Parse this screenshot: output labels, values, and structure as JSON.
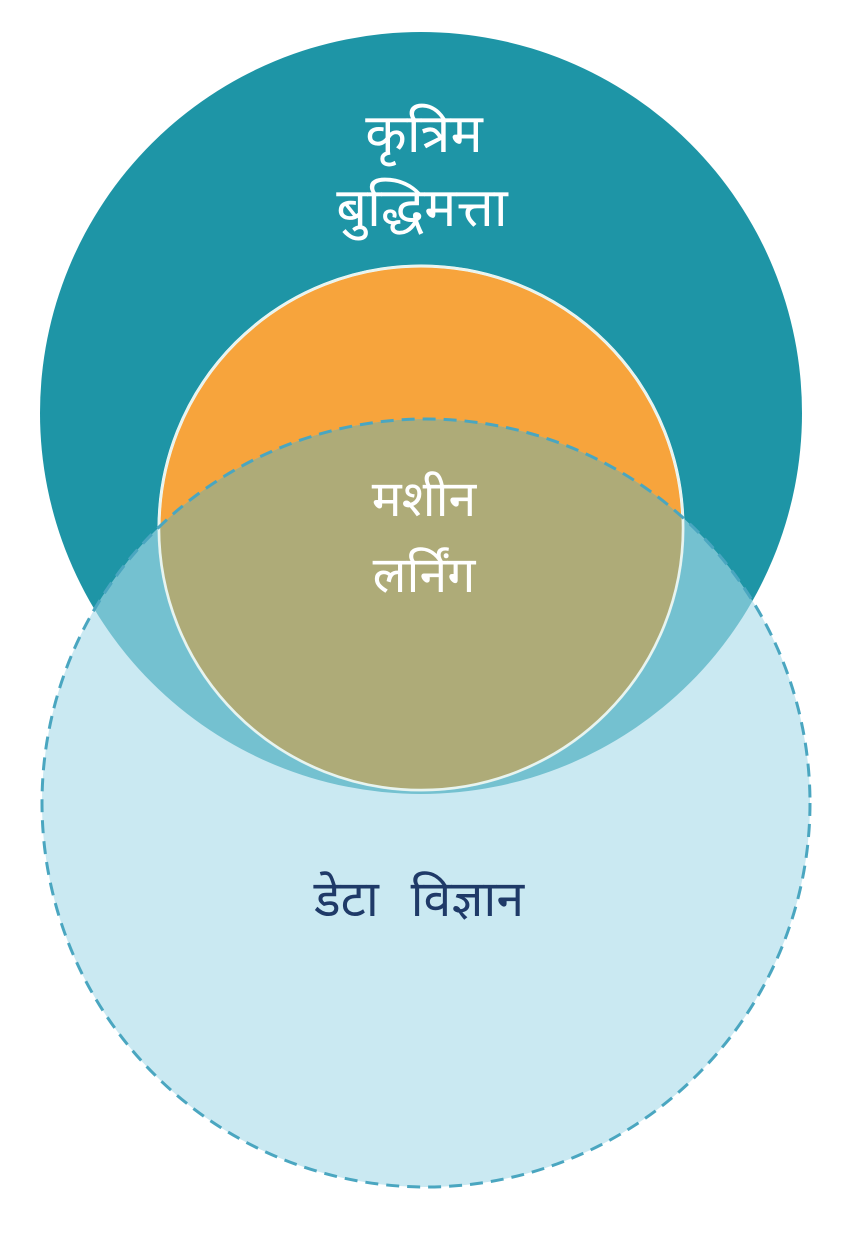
{
  "diagram": {
    "sets": [
      {
        "id": "ai",
        "label_lines": [
          "कृत्रिम",
          "बुद्धिमत्ता"
        ],
        "fill": "#1e95a6",
        "text_color": "#ffffff",
        "border": "none"
      },
      {
        "id": "ml",
        "label_lines": [
          "मशीन",
          "लर्निंग"
        ],
        "fill": "#f7a43c",
        "text_color": "#ffffff",
        "border": "solid",
        "border_color": "#ffffff"
      },
      {
        "id": "ds",
        "label_lines": [
          "डेटा  विज्ञान"
        ],
        "fill": "#a9dbea",
        "text_color": "#1f3a68",
        "border": "dashed",
        "border_color": "#4aa6c0"
      }
    ],
    "relations": [
      {
        "type": "contains",
        "outer": "ai",
        "inner": "ml"
      },
      {
        "type": "overlaps",
        "a": "ds",
        "b": "ai"
      },
      {
        "type": "overlaps",
        "a": "ds",
        "b": "ml"
      }
    ]
  }
}
